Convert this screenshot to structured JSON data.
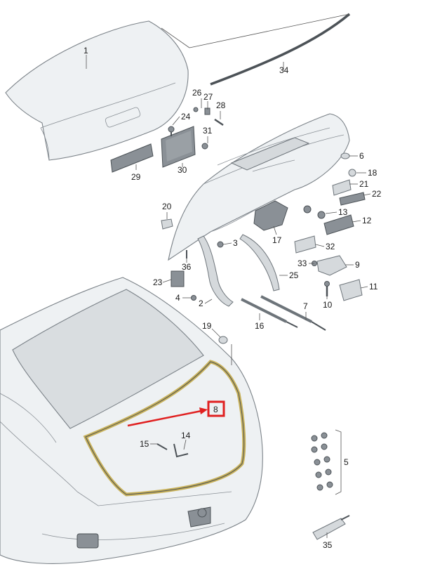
{
  "diagram": {
    "callouts": [
      {
        "id": "label-1",
        "text": "1"
      },
      {
        "id": "label-2",
        "text": "2"
      },
      {
        "id": "label-3",
        "text": "3"
      },
      {
        "id": "label-4",
        "text": "4"
      },
      {
        "id": "label-5",
        "text": "5"
      },
      {
        "id": "label-6",
        "text": "6"
      },
      {
        "id": "label-7",
        "text": "7"
      },
      {
        "id": "label-8",
        "text": "8"
      },
      {
        "id": "label-9",
        "text": "9"
      },
      {
        "id": "label-10",
        "text": "10"
      },
      {
        "id": "label-11",
        "text": "11"
      },
      {
        "id": "label-12",
        "text": "12"
      },
      {
        "id": "label-13",
        "text": "13"
      },
      {
        "id": "label-14",
        "text": "14"
      },
      {
        "id": "label-15",
        "text": "15"
      },
      {
        "id": "label-16",
        "text": "16"
      },
      {
        "id": "label-17",
        "text": "17"
      },
      {
        "id": "label-18",
        "text": "18"
      },
      {
        "id": "label-19",
        "text": "19"
      },
      {
        "id": "label-20",
        "text": "20"
      },
      {
        "id": "label-21",
        "text": "21"
      },
      {
        "id": "label-22",
        "text": "22"
      },
      {
        "id": "label-23",
        "text": "23"
      },
      {
        "id": "label-24",
        "text": "24"
      },
      {
        "id": "label-25",
        "text": "25"
      },
      {
        "id": "label-26",
        "text": "26"
      },
      {
        "id": "label-27",
        "text": "27"
      },
      {
        "id": "label-28",
        "text": "28"
      },
      {
        "id": "label-29",
        "text": "29"
      },
      {
        "id": "label-30",
        "text": "30"
      },
      {
        "id": "label-31",
        "text": "31"
      },
      {
        "id": "label-32",
        "text": "32"
      },
      {
        "id": "label-33",
        "text": "33"
      },
      {
        "id": "label-34",
        "text": "34"
      },
      {
        "id": "label-35",
        "text": "35"
      }
    ],
    "highlight": {
      "label": "8",
      "color": "#e02020"
    },
    "colors": {
      "seal": "#c9b25a",
      "highlight": "#e02020",
      "line": "#555555"
    }
  }
}
